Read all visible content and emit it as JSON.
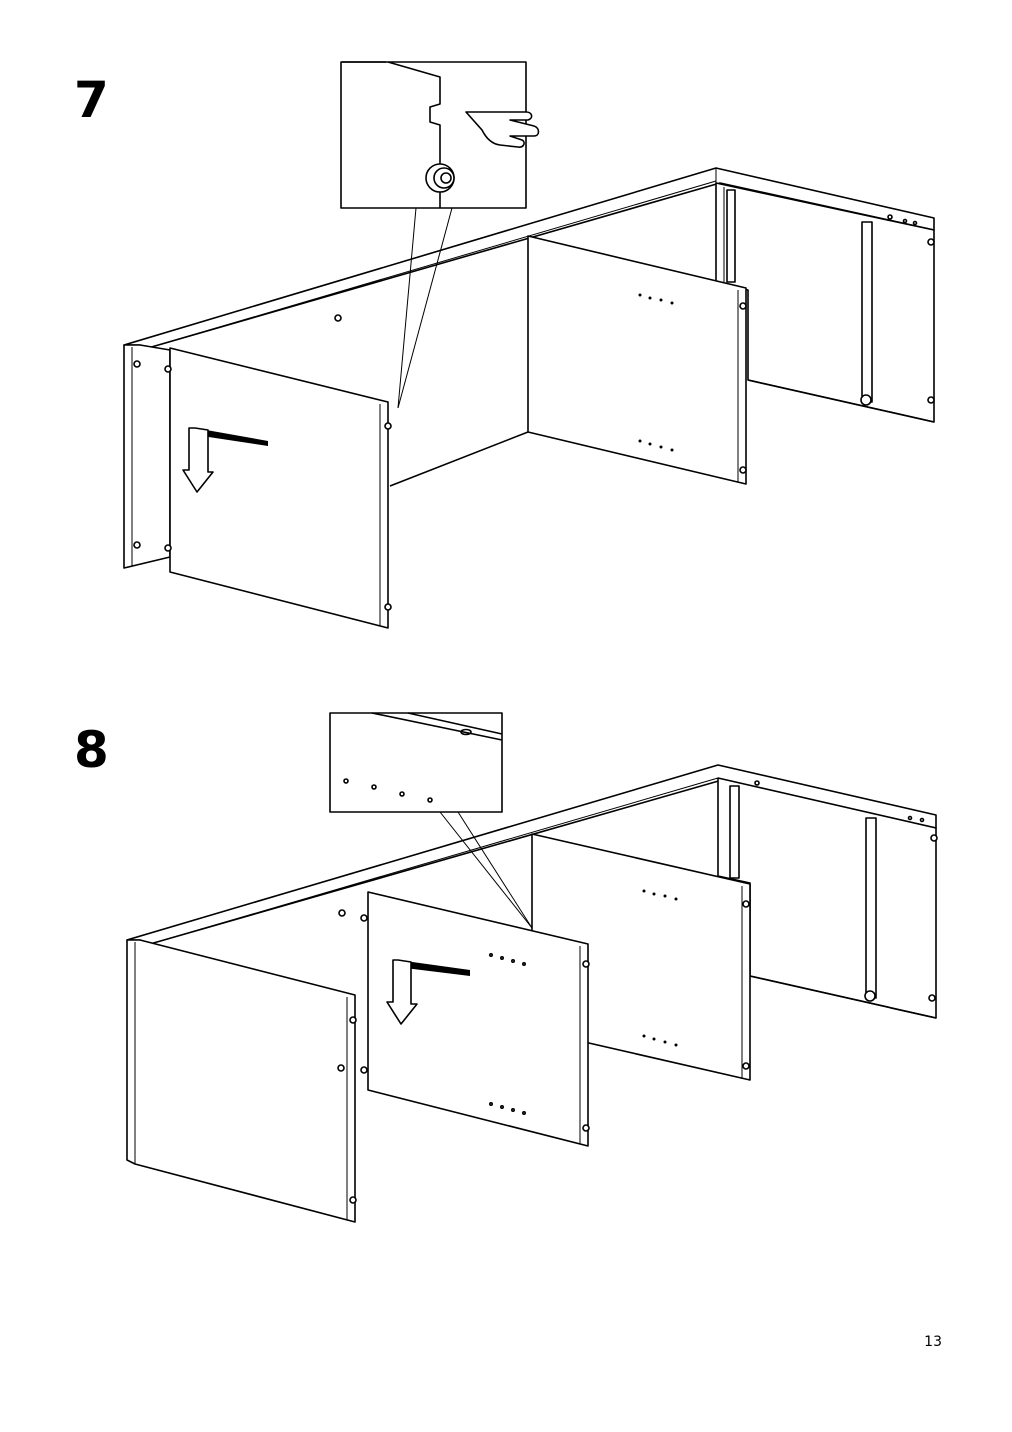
{
  "steps": [
    {
      "number": "7"
    },
    {
      "number": "8"
    }
  ],
  "page_number": "13"
}
